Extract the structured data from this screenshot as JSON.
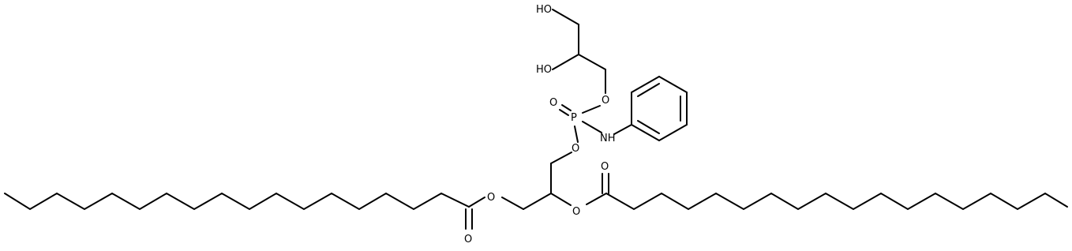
{
  "colors": {
    "bond": "#000000",
    "background": "#ffffff"
  },
  "atoms": {
    "ho_top": "HO",
    "ho_mid": "HO",
    "o_glyc": "O",
    "o_pdbl": "O",
    "p": "P",
    "nh": "NH",
    "o_pbot": "O",
    "o_ester_left": "O",
    "o_carbonyl_left": "O",
    "o_ester_right": "O",
    "o_carbonyl_right": "O"
  }
}
